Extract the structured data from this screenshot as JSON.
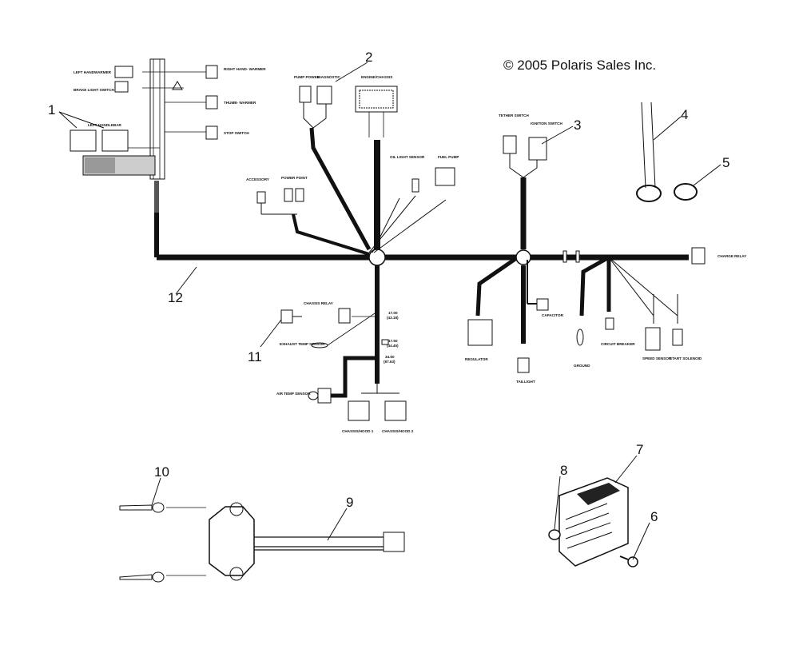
{
  "copyright": "© 2005 Polaris Sales Inc.",
  "callouts": [
    "1",
    "2",
    "3",
    "4",
    "5",
    "6",
    "7",
    "8",
    "9",
    "10",
    "11",
    "12"
  ],
  "component_labels": {
    "left_handwarmer": "LEFT HANDWARMER",
    "brake_light_switch": "BRAKE LIGHT SWITCH",
    "right_handwarmer": "RIGHT HAND- WARMER",
    "thumb_warmer": "THUMB- WARMER",
    "stop_switch": "STOP SWITCH",
    "left_handlebar": "LEFT HANDLEBAR",
    "pump_power": "PUMP POWER",
    "diagnostic": "DIAGNOSTIC",
    "engine_chassis": "ENGINE/CHASSIS",
    "tether_switch": "TETHER SWITCH",
    "ignition_switch": "IGNITION SWITCH",
    "oil_light_sensor": "OIL LIGHT SENSOR",
    "fuel_pump": "FUEL PUMP",
    "accessory": "ACCESSORY",
    "power_point": "POWER POINT",
    "charge_relay_right": "CHARGE RELAY",
    "chassis_relay": "CHASSIS RELAY",
    "exhaust_temp_sensor": "EXHAUST TEMP SENSOR",
    "air_temp_sensor": "AIR TEMP SENSOR",
    "chassis_hood_1": "CHASSIS/HOOD 1",
    "chassis_hood_2": "CHASSIS/HOOD 2",
    "regulator": "REGULATOR",
    "capacitor": "CAPACITOR",
    "taillight": "TAILLIGHT",
    "ground": "GROUND",
    "circuit_breaker": "CIRCUIT BREAKER",
    "speed_sensor": "SPEED SENSOR",
    "start_solenoid": "START SOLENOID"
  },
  "dimensions": {
    "d1_mm": "17.00",
    "d1_in": "(43.18)",
    "d2_mm": "17.50",
    "d2_in": "(44.45)",
    "d3_mm": "34.50",
    "d3_in": "(87.63)"
  }
}
